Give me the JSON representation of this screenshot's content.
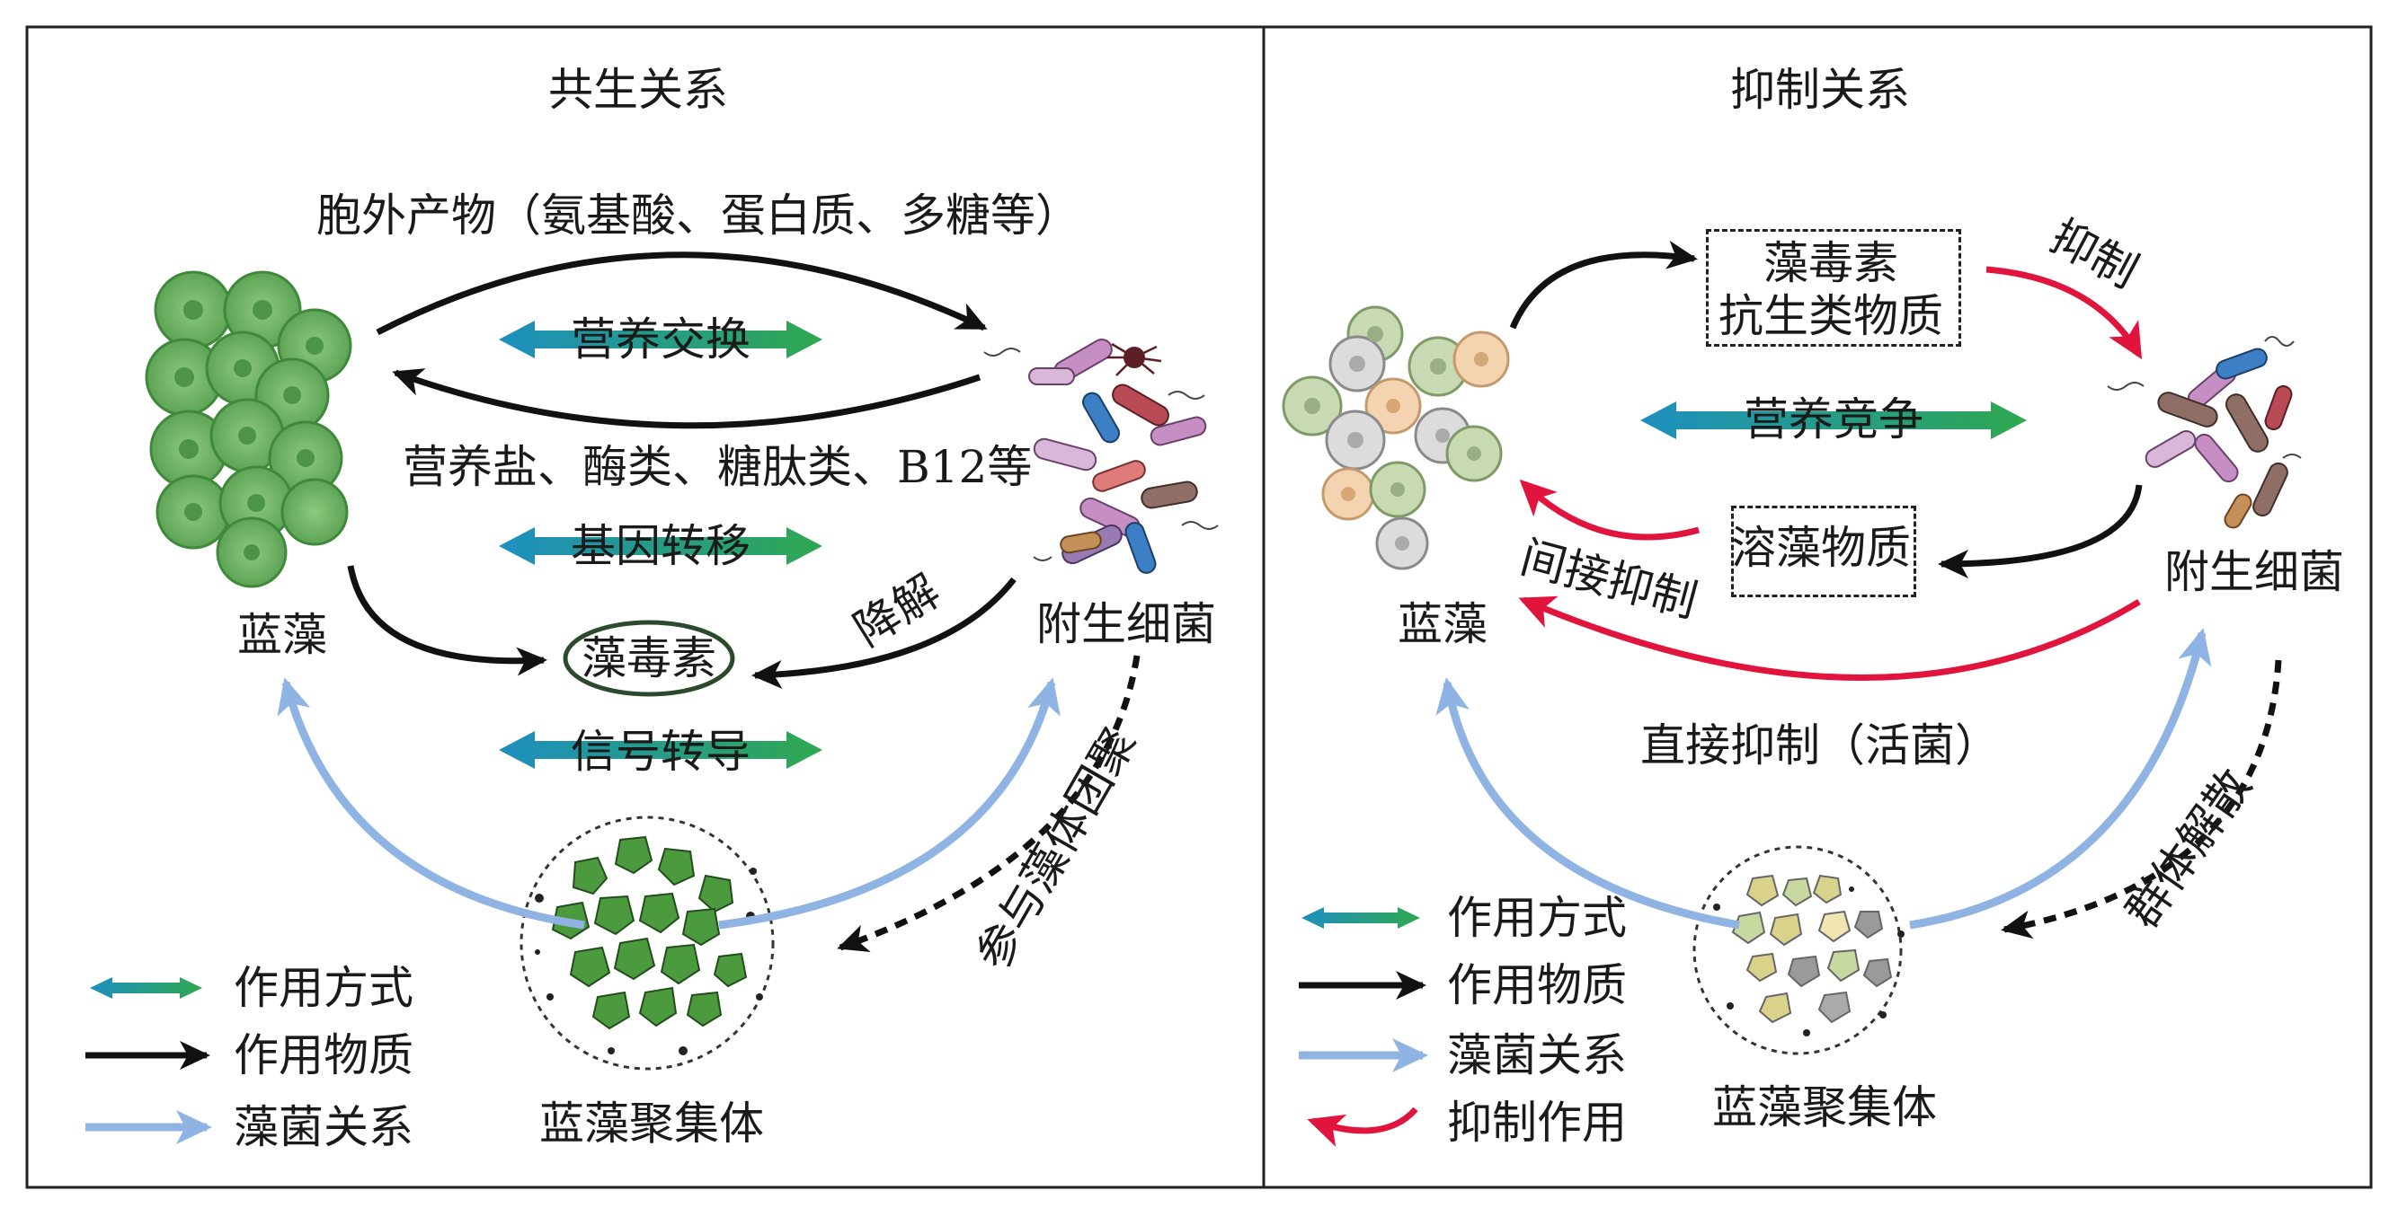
{
  "colors": {
    "teal": "#1d8fc0",
    "green": "#2fa84f",
    "black": "#111111",
    "blue": "#8fb4e3",
    "red": "#e0143c",
    "algae": "#6fb865",
    "algae_dark": "#3f8a3a"
  },
  "left": {
    "title": "共生关系",
    "top_label": "胞外产物（氨基酸、蛋白质、多糖等）",
    "exchange": "营养交换",
    "bottom_label": "营养盐、酶类、糖肽类、B12等",
    "gene": "基因转移",
    "toxin": "藻毒素",
    "degrade": "降解",
    "signal": "信号转导",
    "cyano": "蓝藻",
    "bacteria": "附生细菌",
    "colony": "蓝藻聚集体",
    "aggregation": "参与藻体团聚"
  },
  "right": {
    "title": "抑制关系",
    "toxins_line1": "藻毒素",
    "toxins_line2": "抗生类物质",
    "inhibit": "抑制",
    "competition": "营养竞争",
    "lytic": "溶藻物质",
    "indirect": "间接抑制",
    "direct": "直接抑制（活菌）",
    "cyano": "蓝藻",
    "bacteria": "附生细菌",
    "colony": "蓝藻聚集体",
    "dispersal": "群体解散"
  },
  "legend_left": [
    "作用方式",
    "作用物质",
    "藻菌关系"
  ],
  "legend_right": [
    "作用方式",
    "作用物质",
    "藻菌关系",
    "抑制作用"
  ]
}
